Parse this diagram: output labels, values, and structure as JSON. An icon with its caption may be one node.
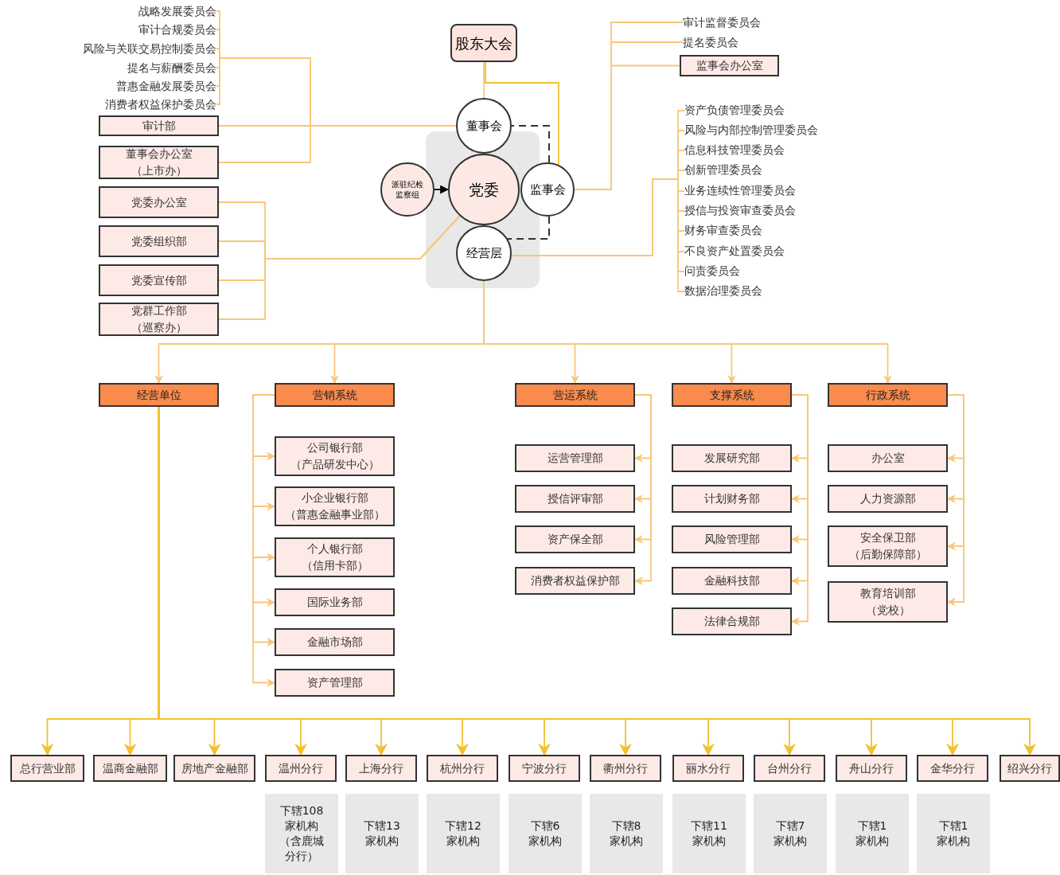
{
  "diagram": {
    "nodes": [
      {
        "text": [
          "股东大会"
        ]
      },
      {
        "text": [
          "董事会"
        ]
      },
      {
        "text": [
          "党委"
        ]
      },
      {
        "text": [
          "监事会"
        ]
      },
      {
        "text": [
          "经营层"
        ]
      },
      {
        "text": [
          "派驻纪检监察组"
        ]
      },
      {
        "text": [
          "战略发展委员会"
        ]
      },
      {
        "text": [
          "审计合规委员会"
        ]
      },
      {
        "text": [
          "风险与关联交易控制委员会"
        ]
      },
      {
        "text": [
          "提名与薪酬委员会"
        ]
      },
      {
        "text": [
          "普惠金融发展委员会"
        ]
      },
      {
        "text": [
          "消费者权益保护委员会"
        ]
      },
      {
        "text": [
          "审计部"
        ]
      },
      {
        "text": [
          "董事会办公室",
          "（上市办）"
        ]
      },
      {
        "text": [
          "党委办公室"
        ]
      },
      {
        "text": [
          "党委组织部"
        ]
      },
      {
        "text": [
          "党委宣传部"
        ]
      },
      {
        "text": [
          "党群工作部",
          "（巡察办）"
        ]
      },
      {
        "text": [
          "审计监督委员会"
        ]
      },
      {
        "text": [
          "提名委员会"
        ]
      },
      {
        "text": [
          "监事会办公室"
        ]
      },
      {
        "text": [
          "资产负债管理委员会"
        ]
      },
      {
        "text": [
          "风险与内部控制管理委员会"
        ]
      },
      {
        "text": [
          "信息科技管理委员会"
        ]
      },
      {
        "text": [
          "创新管理委员会"
        ]
      },
      {
        "text": [
          "业务连续性管理委员会"
        ]
      },
      {
        "text": [
          "授信与投资审查委员会"
        ]
      },
      {
        "text": [
          "财务审查委员会"
        ]
      },
      {
        "text": [
          "不良资产处置委员会"
        ]
      },
      {
        "text": [
          "问责委员会"
        ]
      },
      {
        "text": [
          "数据治理委员会"
        ]
      },
      {
        "text": [
          "经营单位"
        ]
      },
      {
        "text": [
          "营销系统"
        ]
      },
      {
        "text": [
          "营运系统"
        ]
      },
      {
        "text": [
          "支撑系统"
        ]
      },
      {
        "text": [
          "行政系统"
        ]
      },
      {
        "text": [
          "公司银行部",
          "（产品研发中心）"
        ]
      },
      {
        "text": [
          "小企业银行部",
          "（普惠金融事业部）"
        ]
      },
      {
        "text": [
          "个人银行部",
          "（信用卡部）"
        ]
      },
      {
        "text": [
          "国际业务部"
        ]
      },
      {
        "text": [
          "金融市场部"
        ]
      },
      {
        "text": [
          "资产管理部"
        ]
      },
      {
        "text": [
          "运营管理部"
        ]
      },
      {
        "text": [
          "授信评审部"
        ]
      },
      {
        "text": [
          "资产保全部"
        ]
      },
      {
        "text": [
          "消费者权益保护部"
        ]
      },
      {
        "text": [
          "发展研究部"
        ]
      },
      {
        "text": [
          "计划财务部"
        ]
      },
      {
        "text": [
          "风险管理部"
        ]
      },
      {
        "text": [
          "金融科技部"
        ]
      },
      {
        "text": [
          "法律合规部"
        ]
      },
      {
        "text": [
          "办公室"
        ]
      },
      {
        "text": [
          "人力资源部"
        ]
      },
      {
        "text": [
          "安全保卫部",
          "（后勤保障部）"
        ]
      },
      {
        "text": [
          "教育培训部",
          "（党校）"
        ]
      },
      {
        "text": [
          "总行营业部"
        ]
      },
      {
        "text": [
          "温商金融部"
        ]
      },
      {
        "text": [
          "房地产金融部"
        ]
      },
      {
        "text": [
          "温州分行"
        ]
      },
      {
        "text": [
          "上海分行"
        ]
      },
      {
        "text": [
          "杭州分行"
        ]
      },
      {
        "text": [
          "宁波分行"
        ]
      },
      {
        "text": [
          "衢州分行"
        ]
      },
      {
        "text": [
          "丽水分行"
        ]
      },
      {
        "text": [
          "台州分行"
        ]
      },
      {
        "text": [
          "舟山分行"
        ]
      },
      {
        "text": [
          "金华分行"
        ]
      },
      {
        "text": [
          "绍兴分行"
        ]
      },
      {
        "text": [
          "下辖108家机构（含鹿城分行）"
        ]
      },
      {
        "text": [
          "下辖13家机构"
        ]
      },
      {
        "text": [
          "下辖12家机构"
        ]
      },
      {
        "text": [
          "下辖6家机构"
        ]
      },
      {
        "text": [
          "下辖8家机构"
        ]
      },
      {
        "text": [
          "下辖11家机构"
        ]
      },
      {
        "text": [
          "下辖7家机构"
        ]
      },
      {
        "text": [
          "下辖1家机构"
        ]
      },
      {
        "text": [
          "下辖1家机构"
        ]
      }
    ],
    "edges": [
      {
        "from": 0,
        "to": 1,
        "arrow": "none"
      },
      {
        "from": 0,
        "to": 3,
        "arrow": "none",
        "color": "#f2c12e"
      },
      {
        "from": 3,
        "to": 1,
        "arrow": "none",
        "style": "dashed",
        "color": "#333333"
      },
      {
        "from": 3,
        "to": 4,
        "arrow": "none",
        "style": "dashed",
        "color": "#333333"
      },
      {
        "from": 5,
        "to": 2,
        "arrow": "to",
        "color": "#000000"
      },
      {
        "from": 6,
        "to": 1,
        "arrow": "none"
      },
      {
        "from": 7,
        "to": 1,
        "arrow": "none"
      },
      {
        "from": 8,
        "to": 1,
        "arrow": "none"
      },
      {
        "from": 9,
        "to": 1,
        "arrow": "none"
      },
      {
        "from": 10,
        "to": 1,
        "arrow": "none"
      },
      {
        "from": 11,
        "to": 1,
        "arrow": "none"
      },
      {
        "from": 12,
        "to": 1,
        "arrow": "none"
      },
      {
        "from": 13,
        "to": 1,
        "arrow": "none"
      },
      {
        "from": 14,
        "to": 2,
        "arrow": "none"
      },
      {
        "from": 15,
        "to": 2,
        "arrow": "none"
      },
      {
        "from": 16,
        "to": 2,
        "arrow": "none"
      },
      {
        "from": 17,
        "to": 2,
        "arrow": "none"
      },
      {
        "from": 3,
        "to": 18,
        "arrow": "none"
      },
      {
        "from": 3,
        "to": 19,
        "arrow": "none"
      },
      {
        "from": 3,
        "to": 20,
        "arrow": "none"
      },
      {
        "from": 4,
        "to": 21,
        "arrow": "none"
      },
      {
        "from": 4,
        "to": 22,
        "arrow": "none"
      },
      {
        "from": 4,
        "to": 23,
        "arrow": "none"
      },
      {
        "from": 4,
        "to": 24,
        "arrow": "none"
      },
      {
        "from": 4,
        "to": 25,
        "arrow": "none"
      },
      {
        "from": 4,
        "to": 26,
        "arrow": "none"
      },
      {
        "from": 4,
        "to": 27,
        "arrow": "none"
      },
      {
        "from": 4,
        "to": 28,
        "arrow": "none"
      },
      {
        "from": 4,
        "to": 29,
        "arrow": "none"
      },
      {
        "from": 4,
        "to": 30,
        "arrow": "none"
      },
      {
        "from": 4,
        "to": 31,
        "arrow": "to"
      },
      {
        "from": 4,
        "to": 32,
        "arrow": "to"
      },
      {
        "from": 4,
        "to": 33,
        "arrow": "to"
      },
      {
        "from": 4,
        "to": 34,
        "arrow": "to"
      },
      {
        "from": 4,
        "to": 35,
        "arrow": "to"
      },
      {
        "from": 32,
        "to": 36,
        "arrow": "to"
      },
      {
        "from": 32,
        "to": 37,
        "arrow": "to"
      },
      {
        "from": 32,
        "to": 38,
        "arrow": "to"
      },
      {
        "from": 32,
        "to": 39,
        "arrow": "to"
      },
      {
        "from": 32,
        "to": 40,
        "arrow": "to"
      },
      {
        "from": 32,
        "to": 41,
        "arrow": "to"
      },
      {
        "from": 33,
        "to": 42,
        "arrow": "to"
      },
      {
        "from": 33,
        "to": 43,
        "arrow": "to"
      },
      {
        "from": 33,
        "to": 44,
        "arrow": "to"
      },
      {
        "from": 33,
        "to": 45,
        "arrow": "to"
      },
      {
        "from": 34,
        "to": 46,
        "arrow": "to"
      },
      {
        "from": 34,
        "to": 47,
        "arrow": "to"
      },
      {
        "from": 34,
        "to": 48,
        "arrow": "to"
      },
      {
        "from": 34,
        "to": 49,
        "arrow": "to"
      },
      {
        "from": 34,
        "to": 50,
        "arrow": "to"
      },
      {
        "from": 35,
        "to": 51,
        "arrow": "to"
      },
      {
        "from": 35,
        "to": 52,
        "arrow": "to"
      },
      {
        "from": 35,
        "to": 53,
        "arrow": "to"
      },
      {
        "from": 35,
        "to": 54,
        "arrow": "to"
      },
      {
        "from": 31,
        "to": 55,
        "arrow": "to",
        "color": "#f2c12e"
      },
      {
        "from": 31,
        "to": 56,
        "arrow": "to",
        "color": "#f2c12e"
      },
      {
        "from": 31,
        "to": 57,
        "arrow": "to",
        "color": "#f2c12e"
      },
      {
        "from": 31,
        "to": 58,
        "arrow": "to",
        "color": "#f2c12e"
      },
      {
        "from": 31,
        "to": 59,
        "arrow": "to",
        "color": "#f2c12e"
      },
      {
        "from": 31,
        "to": 60,
        "arrow": "to",
        "color": "#f2c12e"
      },
      {
        "from": 31,
        "to": 61,
        "arrow": "to",
        "color": "#f2c12e"
      },
      {
        "from": 31,
        "to": 62,
        "arrow": "to",
        "color": "#f2c12e"
      },
      {
        "from": 31,
        "to": 63,
        "arrow": "to",
        "color": "#f2c12e"
      },
      {
        "from": 31,
        "to": 64,
        "arrow": "to",
        "color": "#f2c12e"
      },
      {
        "from": 31,
        "to": 65,
        "arrow": "to",
        "color": "#f2c12e"
      },
      {
        "from": 31,
        "to": 66,
        "arrow": "to",
        "color": "#f2c12e"
      },
      {
        "from": 31,
        "to": 67,
        "arrow": "to",
        "color": "#f2c12e"
      }
    ]
  }
}
